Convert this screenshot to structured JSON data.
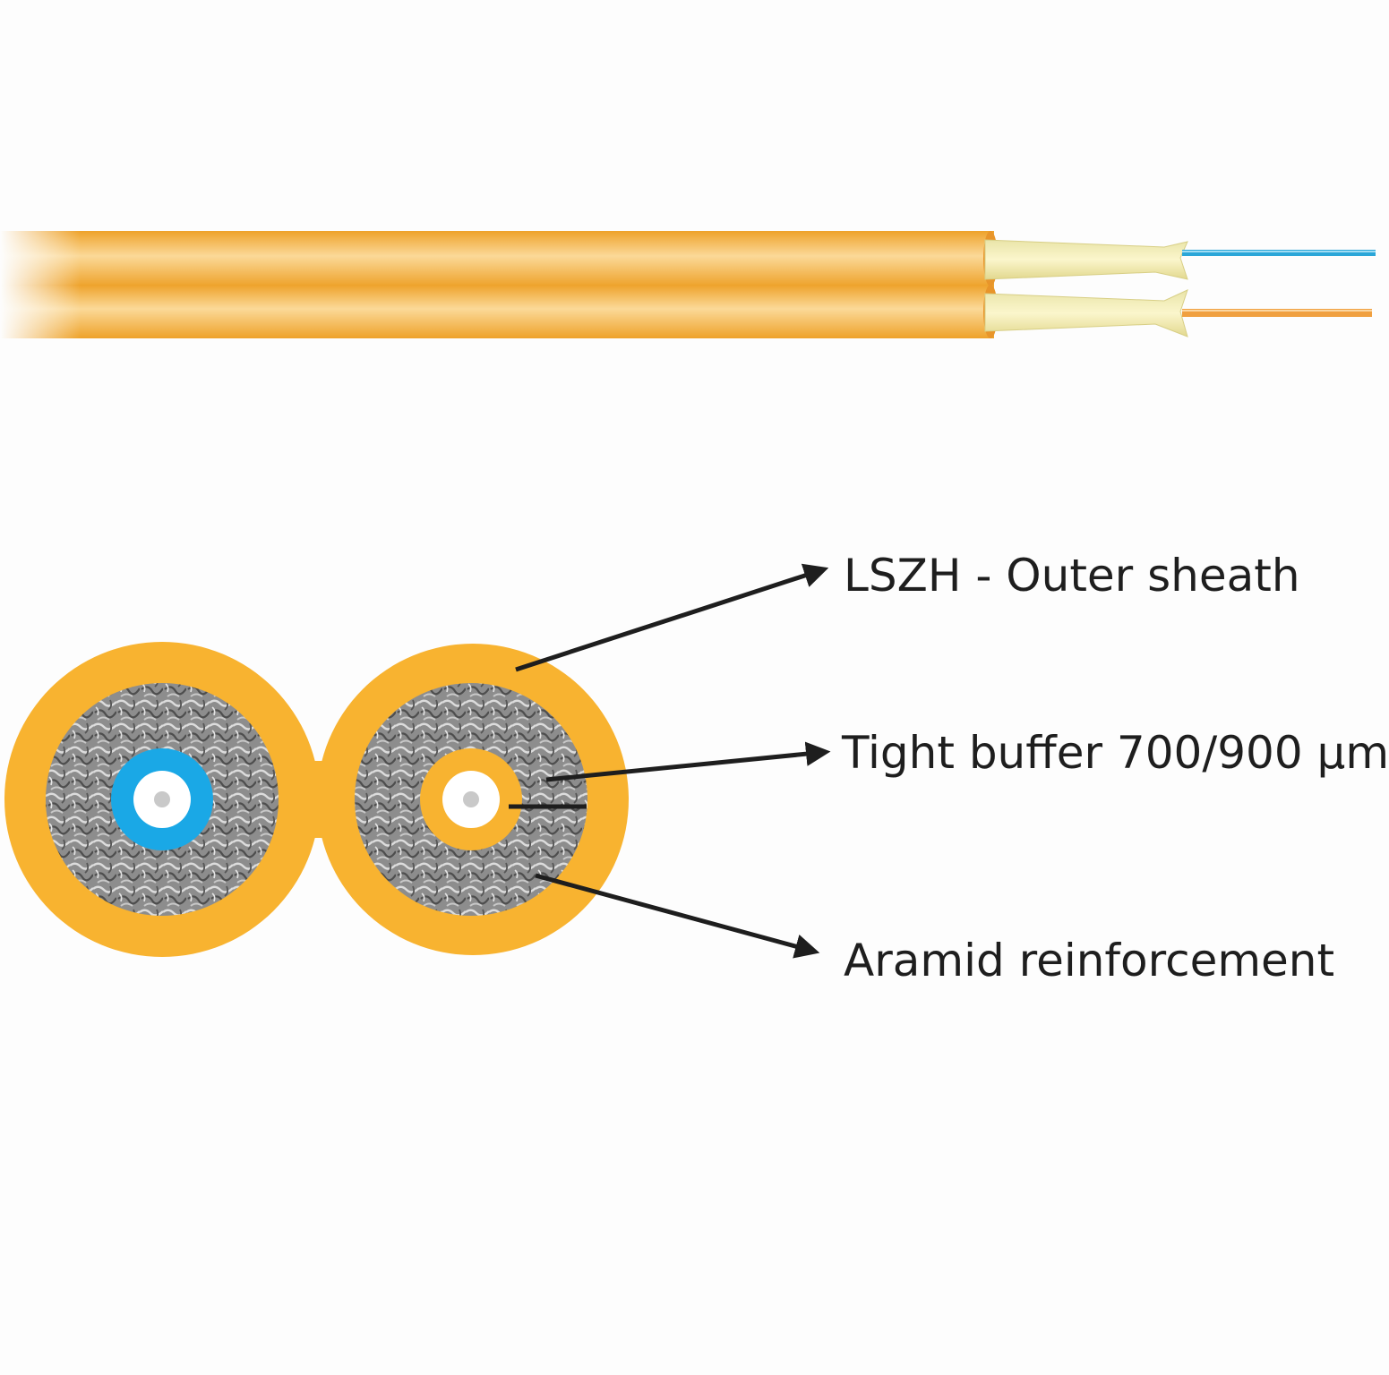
{
  "labels": {
    "outer_sheath": "LSZH - Outer sheath",
    "tight_buffer": "Tight buffer 700/900 µm",
    "aramid": "Aramid reinforcement"
  },
  "colors": {
    "sheath": "#f8b330",
    "sheath_side": "#f0a020",
    "sheath_highlight": "#fde3a8",
    "buffer_blue": "#1aa8e6",
    "buffer_orange": "#f8b330",
    "aramid": "#8a8a8a",
    "yarn": "#f3ecb0",
    "fiber_blue": "#2aa6d8",
    "fiber_orange": "#f0a040",
    "arrow": "#1e1e1e",
    "background": "#fdfdfd"
  }
}
